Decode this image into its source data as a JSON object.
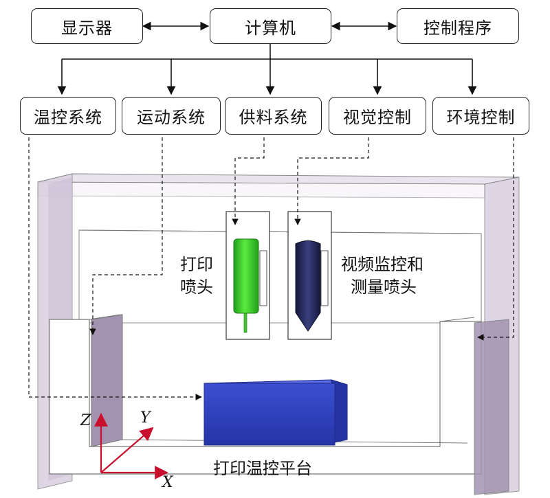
{
  "top_boxes": {
    "display": "显示器",
    "computer": "计算机",
    "control_program": "控制程序"
  },
  "subsystems": [
    {
      "label": "温控系统"
    },
    {
      "label": "运动系统"
    },
    {
      "label": "供料系统"
    },
    {
      "label": "视觉控制"
    },
    {
      "label": "环境控制"
    }
  ],
  "labels": {
    "print_nozzle_line1": "打印",
    "print_nozzle_line2": "喷头",
    "video_nozzle_line1": "视频监控和",
    "video_nozzle_line2": "测量喷头",
    "platform": "打印温控平台"
  },
  "axes": {
    "x": "X",
    "y": "Y",
    "z": "Z"
  },
  "colors": {
    "frame_fill": "#d9cfe0",
    "pillar_fill": "#a393b1",
    "print_nozzle": "#33cc22",
    "camera_nozzle": "#1e2250",
    "platform_block": "#2e40b8",
    "axis": "#c8102e"
  }
}
